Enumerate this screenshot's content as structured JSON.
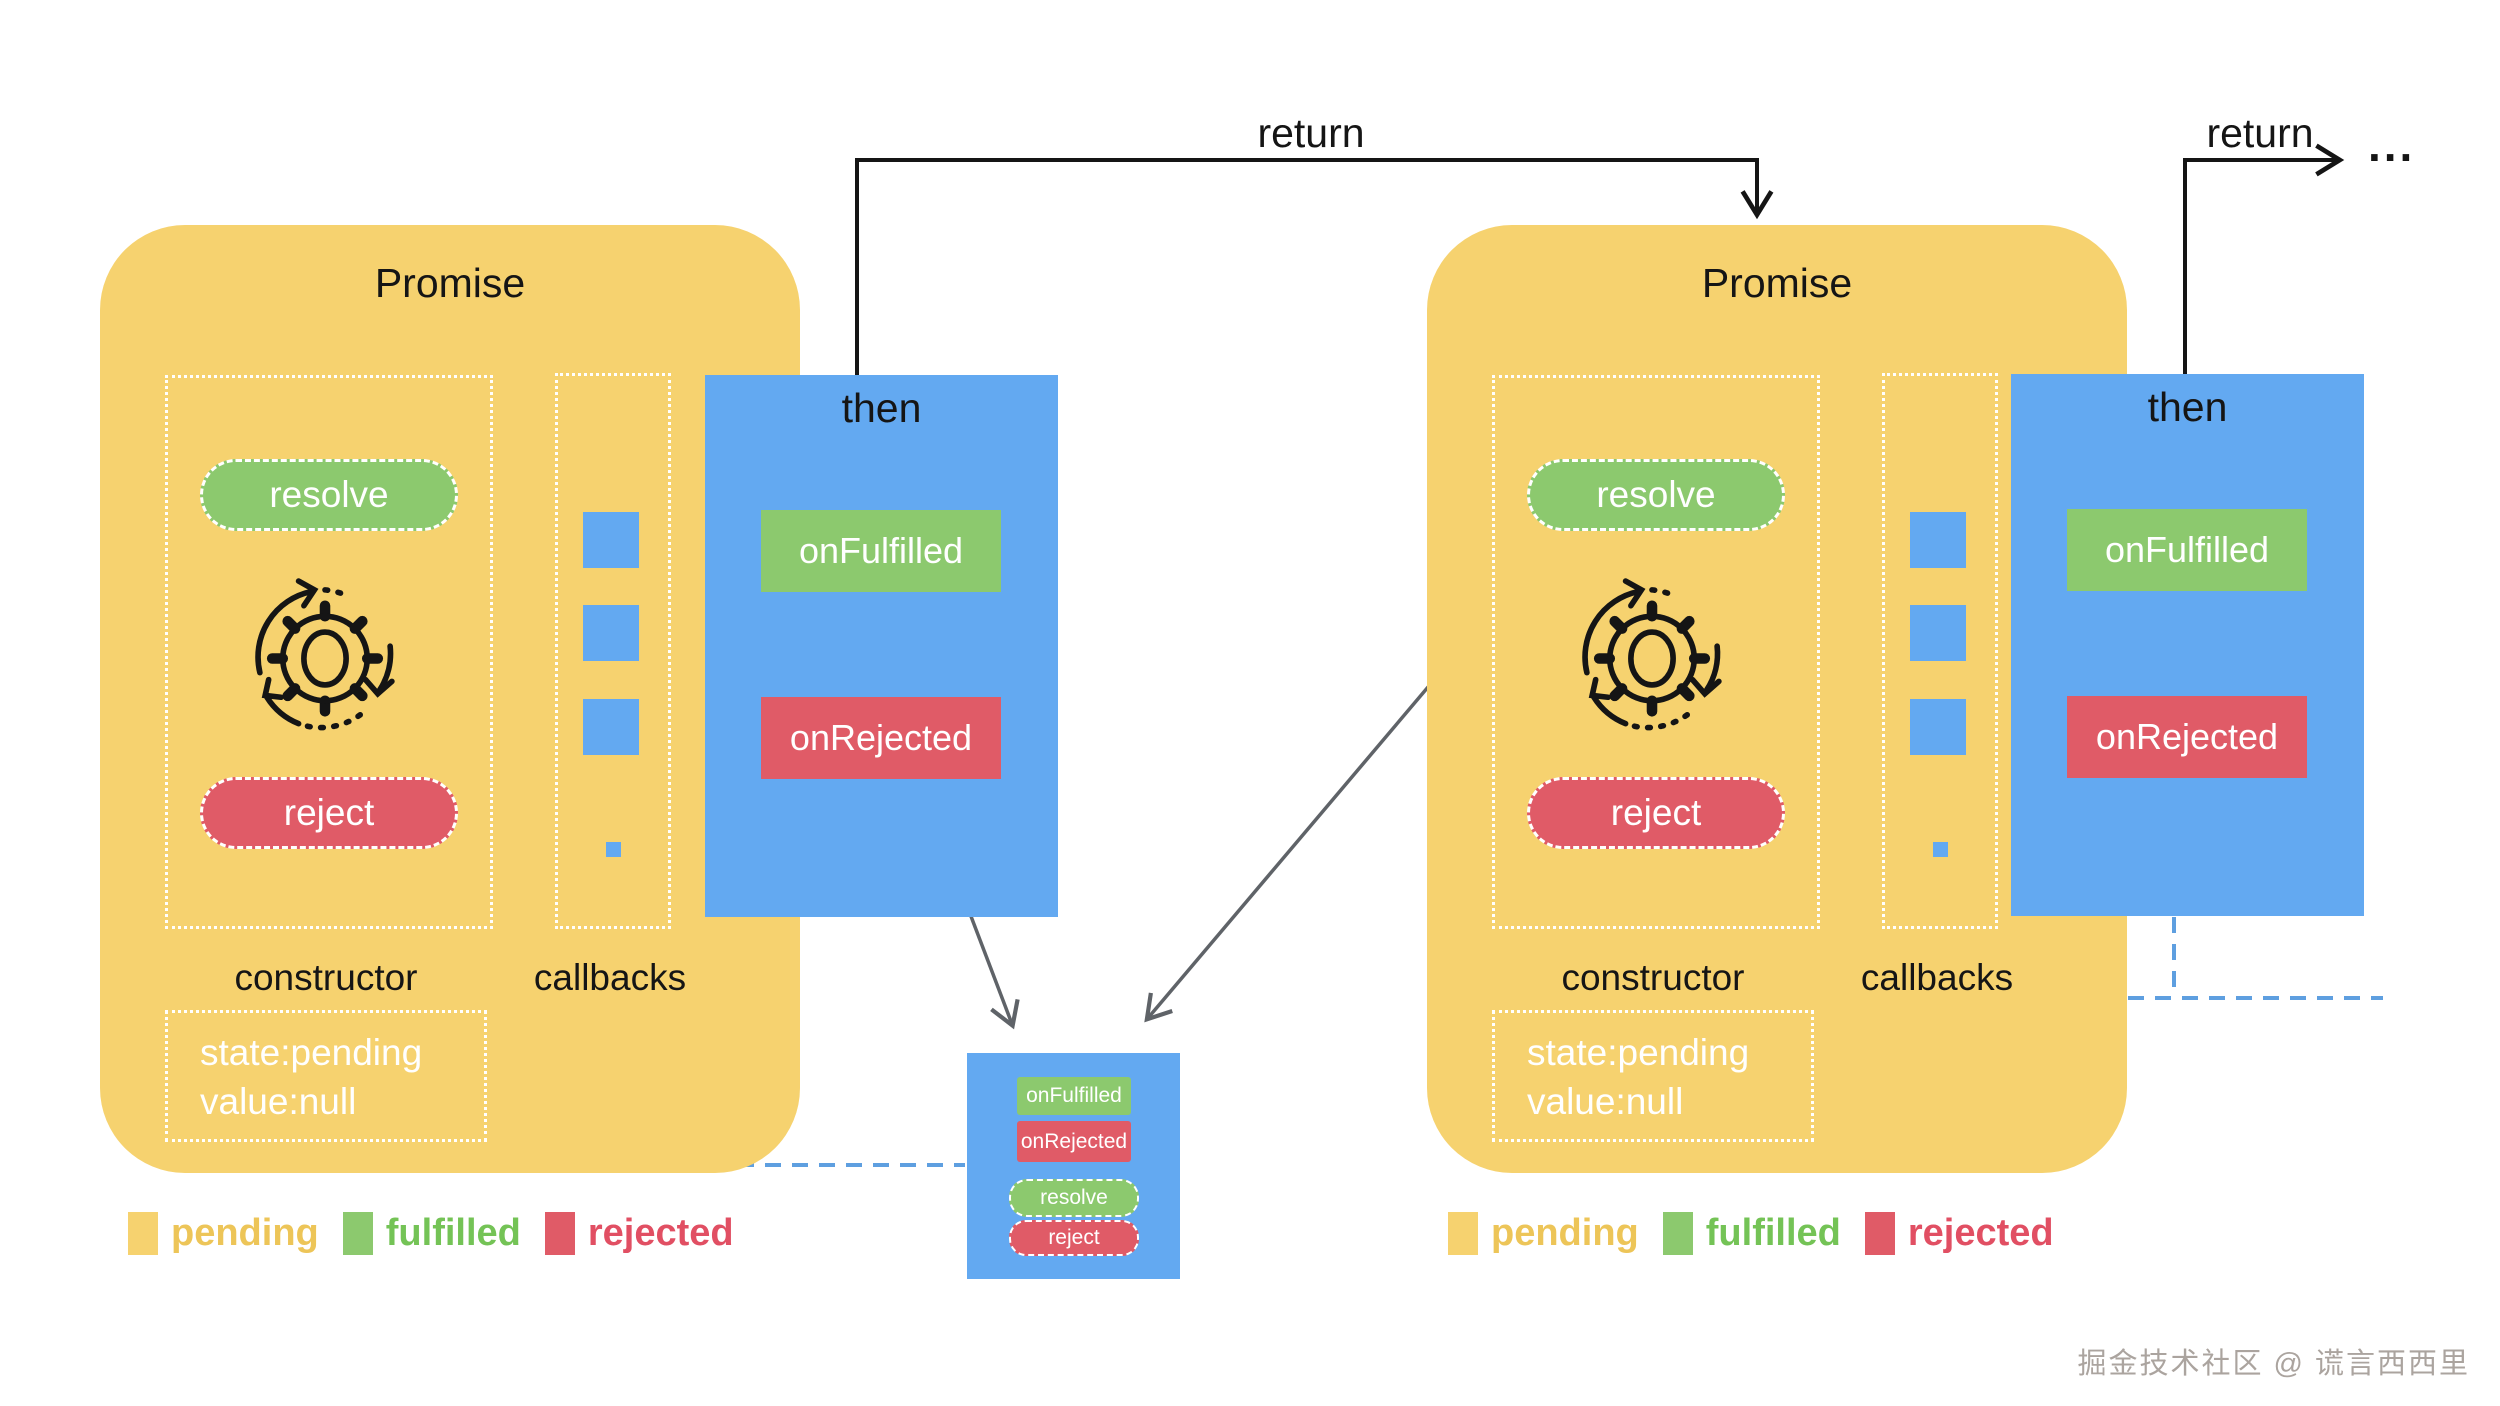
{
  "connectors": {
    "return_label_1": "return",
    "return_label_2": "return",
    "continuation_ellipsis": "..."
  },
  "promise1": {
    "title": "Promise",
    "resolve_label": "resolve",
    "reject_label": "reject",
    "constructor_label": "constructor",
    "callbacks_label": "callbacks",
    "state_line_1": "state:pending",
    "state_line_2": "value:null"
  },
  "promise2": {
    "title": "Promise",
    "resolve_label": "resolve",
    "reject_label": "reject",
    "constructor_label": "constructor",
    "callbacks_label": "callbacks",
    "state_line_1": "state:pending",
    "state_line_2": "value:null"
  },
  "then1": {
    "title": "then",
    "on_fulfilled_label": "onFulfilled",
    "on_rejected_label": "onRejected"
  },
  "then2": {
    "title": "then",
    "on_fulfilled_label": "onFulfilled",
    "on_rejected_label": "onRejected"
  },
  "queue_box": {
    "on_fulfilled_label": "onFulfilled",
    "on_rejected_label": "onRejected",
    "resolve_label": "resolve",
    "reject_label": "reject"
  },
  "legend1": {
    "pending_label": "pending",
    "fulfilled_label": "fulfilled",
    "rejected_label": "rejected"
  },
  "legend2": {
    "pending_label": "pending",
    "fulfilled_label": "fulfilled",
    "rejected_label": "rejected"
  },
  "watermark": "掘金技术社区 @ 谎言西西里",
  "colors": {
    "pending_yellow": "#F6D26F",
    "fulfilled_green": "#8CC96E",
    "rejected_red": "#E05B67",
    "then_blue": "#63A9F1",
    "dashed_line_blue": "#5E9FE0",
    "arrow_gray": "#5F6368",
    "line_black": "#151515"
  }
}
